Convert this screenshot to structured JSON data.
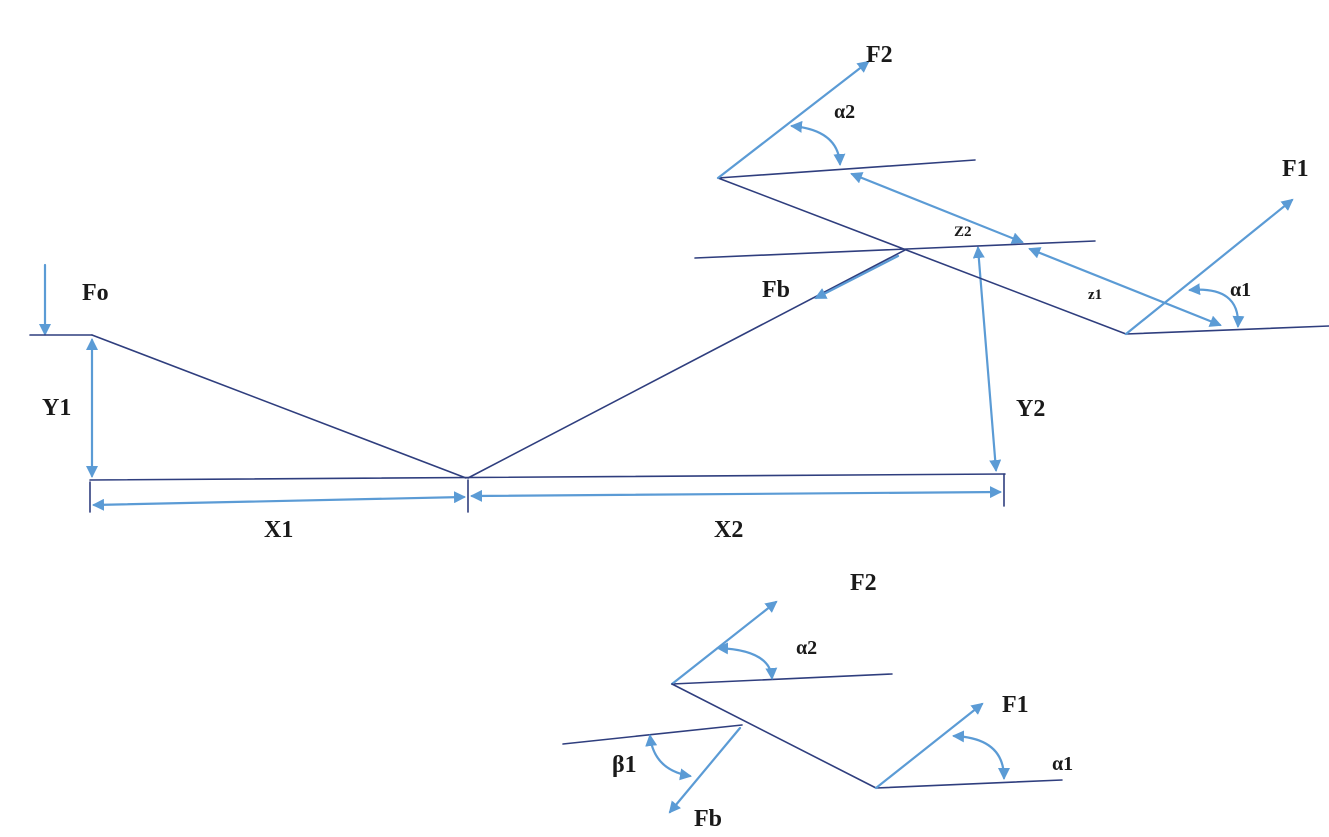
{
  "labels": {
    "f0": "Fo",
    "y1": "Y1",
    "x1": "X1",
    "x2": "X2",
    "y2": "Y2",
    "fb_top": "Fb",
    "z2": "Z2",
    "z1": "z1",
    "f1_top": "F1",
    "alpha1_top": "α1",
    "f2_top": "F2",
    "alpha2_top": "α2",
    "f2_bottom": "F2",
    "alpha2_bottom": "α2",
    "f1_bottom": "F1",
    "alpha1_bottom": "α1",
    "beta1": "β1",
    "fb_bottom": "Fb"
  },
  "colors": {
    "line": "#2f3e7e",
    "arrow": "#5b9bd5",
    "text": "#1a1a1a"
  }
}
